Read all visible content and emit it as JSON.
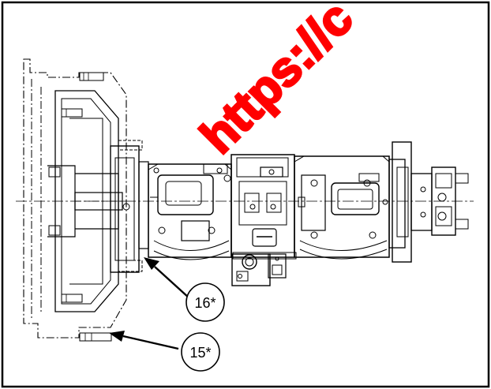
{
  "watermark": {
    "text": "https://c",
    "color": "#ff0000"
  },
  "callouts": [
    {
      "label": "16*"
    },
    {
      "label": "15*"
    }
  ],
  "colors": {
    "line": "#000000",
    "background": "#ffffff",
    "border": "#000000"
  }
}
